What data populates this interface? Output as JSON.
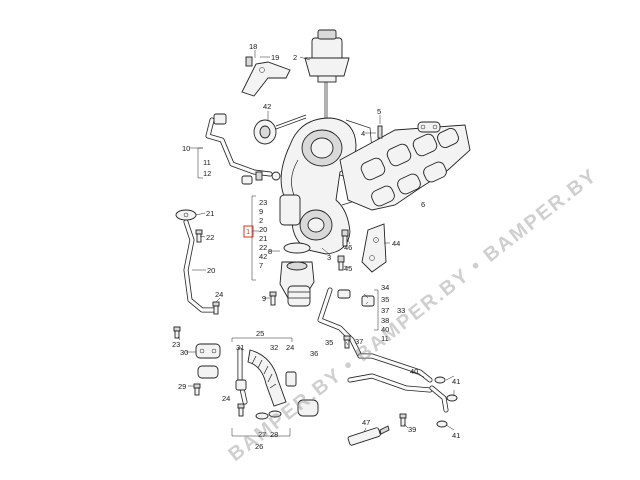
{
  "diagram": {
    "highlight_color": "#e0301e",
    "watermark_text": "BAMPER.BY • BAMPER.BY • BAMPER.BY",
    "callouts": [
      {
        "id": "c-18",
        "text": "18"
      },
      {
        "id": "c-19",
        "text": "19"
      },
      {
        "id": "c-2",
        "text": "2"
      },
      {
        "id": "c-42a",
        "text": "42"
      },
      {
        "id": "c-5",
        "text": "5"
      },
      {
        "id": "c-4",
        "text": "4"
      },
      {
        "id": "c-10",
        "text": "10"
      },
      {
        "id": "c-11a",
        "text": "11"
      },
      {
        "id": "c-12a",
        "text": "12"
      },
      {
        "id": "c-6",
        "text": "6"
      },
      {
        "id": "c-23a",
        "text": "23"
      },
      {
        "id": "c-9a",
        "text": "9"
      },
      {
        "id": "c-2b",
        "text": "2"
      },
      {
        "id": "c-20a",
        "text": "20"
      },
      {
        "id": "c-21a",
        "text": "21"
      },
      {
        "id": "c-22a",
        "text": "22"
      },
      {
        "id": "c-42b",
        "text": "42"
      },
      {
        "id": "c-7",
        "text": "7"
      },
      {
        "id": "c-1",
        "text": "1"
      },
      {
        "id": "c-21b",
        "text": "21"
      },
      {
        "id": "c-22b",
        "text": "22"
      },
      {
        "id": "c-20b",
        "text": "20"
      },
      {
        "id": "c-3",
        "text": "3"
      },
      {
        "id": "c-8",
        "text": "8"
      },
      {
        "id": "c-46",
        "text": "46"
      },
      {
        "id": "c-44",
        "text": "44"
      },
      {
        "id": "c-45",
        "text": "45"
      },
      {
        "id": "c-9b",
        "text": "9"
      },
      {
        "id": "c-24a",
        "text": "24"
      },
      {
        "id": "c-23b",
        "text": "23"
      },
      {
        "id": "c-34",
        "text": "34"
      },
      {
        "id": "c-35a",
        "text": "35"
      },
      {
        "id": "c-37a",
        "text": "37"
      },
      {
        "id": "c-33",
        "text": "33"
      },
      {
        "id": "c-38",
        "text": "38"
      },
      {
        "id": "c-40a",
        "text": "40"
      },
      {
        "id": "c-11b",
        "text": "11"
      },
      {
        "id": "c-25",
        "text": "25"
      },
      {
        "id": "c-31",
        "text": "31"
      },
      {
        "id": "c-32",
        "text": "32"
      },
      {
        "id": "c-24b",
        "text": "24"
      },
      {
        "id": "c-30",
        "text": "30"
      },
      {
        "id": "c-37b",
        "text": "37"
      },
      {
        "id": "c-35b",
        "text": "35"
      },
      {
        "id": "c-36",
        "text": "36"
      },
      {
        "id": "c-29",
        "text": "29"
      },
      {
        "id": "c-24c",
        "text": "24"
      },
      {
        "id": "c-40b",
        "text": "40"
      },
      {
        "id": "c-41a",
        "text": "41"
      },
      {
        "id": "c-41b",
        "text": "41"
      },
      {
        "id": "c-47",
        "text": "47"
      },
      {
        "id": "c-39",
        "text": "39"
      },
      {
        "id": "c-27",
        "text": "27"
      },
      {
        "id": "c-28",
        "text": "28"
      },
      {
        "id": "c-26",
        "text": "26"
      }
    ]
  }
}
